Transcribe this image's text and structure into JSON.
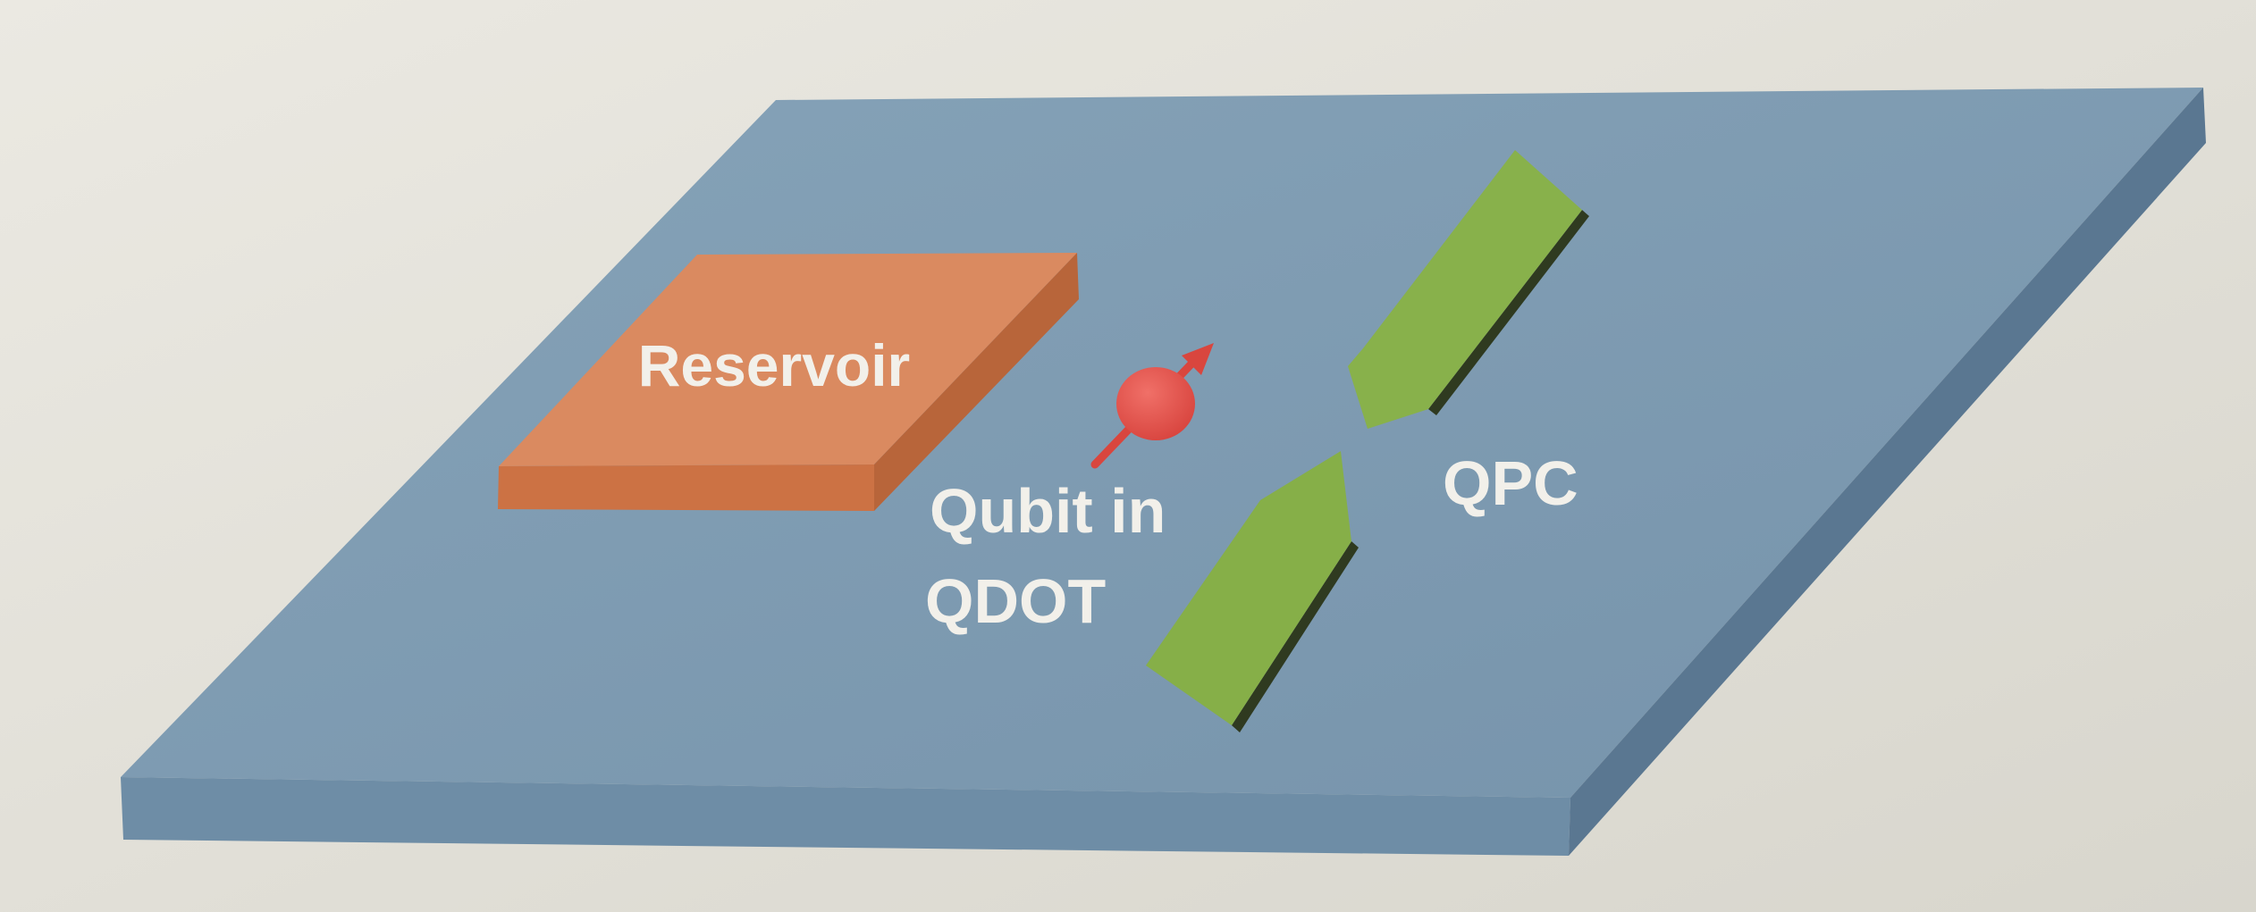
{
  "labels": {
    "reservoir": "Reservoir",
    "qubit_line1": "Qubit in",
    "qubit_line2": "QDOT",
    "qpc": "QPC"
  },
  "colors": {
    "background": "#e6e4dc",
    "substrate_top": "#7c9bb1",
    "substrate_front": "#6d8ca5",
    "substrate_right": "#5b7892",
    "reservoir_top": "#d98a61",
    "reservoir_front": "#cf7446",
    "qubit": "#e05048",
    "qpc_gate": "#86b04a",
    "label_text": "#f2f0ea"
  },
  "icons": {
    "qubit": "spin-arrow-dot-icon"
  }
}
